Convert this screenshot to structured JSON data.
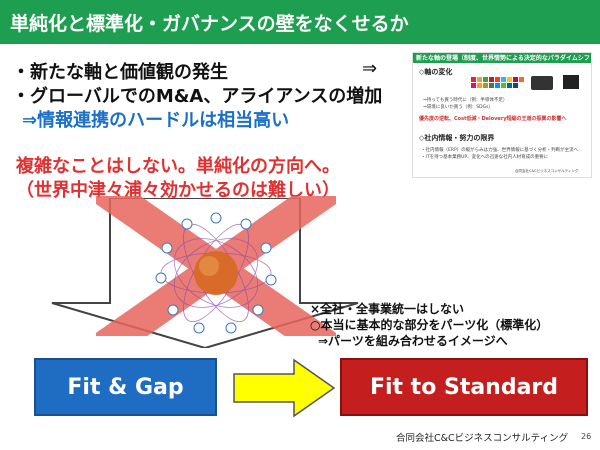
{
  "title": "単純化と標準化・ガバナンスの壁をなくせるか",
  "bullets": {
    "b1": "・新たな軸と価値観の発生",
    "b1_arrow": "⇒",
    "b2": "・グローバルでのM&A、アライアンスの増加",
    "b3": "⇒情報連携のハードルは相当高い"
  },
  "red_text": {
    "line1": "複雑なことはしない。単純化の方向へ。",
    "line2": "（世界中津々浦々効かせるのは難しい）"
  },
  "thumbnail": {
    "header": "新たな軸の登場（制度、世界情勢による決定的なパラダイムシフト）",
    "section1": "◇軸の変化",
    "line1": "⇒持っても買う時代に（例：半導体不足）",
    "line2": "⇒環境に良いか買う（例：SDGs）",
    "red_line": "優先度の逆転、Cost低減・Delovery短縮の王道の振興の影響へ",
    "section2": "◇社内情報・努力の限界",
    "line3": "・社内情報（ERP）の縦がらみは力強、世界情報に基づく分析・判断が主流へ",
    "line4": "・ITを持つ基本業務UP、変化への迅速な社内人材育成の重要に",
    "footer": "合同会社C&Cビジネスコンサルティング",
    "sdg_colors": [
      "#e5243b",
      "#dda63a",
      "#4c9f38",
      "#c5192d",
      "#ff3a21",
      "#26bde2",
      "#fcc30b",
      "#a21942",
      "#fd6925",
      "#dd1367",
      "#fd9d24",
      "#bf8b2e",
      "#3f7e44",
      "#0a97d9",
      "#56c02b",
      "#00689d",
      "#19486a"
    ]
  },
  "notes": {
    "n1": "×全社・全事業統一はしない",
    "n2": "○本当に基本的な部分をパーツ化（標準化）",
    "n3": "⇒パーツを組み合わせるイメージへ"
  },
  "boxes": {
    "fit_gap": "Fit & Gap",
    "fit_standard": "Fit to Standard"
  },
  "colors": {
    "title_bg": "#1e9e50",
    "blue_box": "#1f6dc2",
    "red_box": "#c41e1e",
    "arrow_yellow": "#ffff00",
    "cross_red": "#e8665e",
    "accent_blue_text": "#1a6fc9",
    "accent_red_text": "#e03030"
  },
  "footer": {
    "company": "合同会社C&Cビジネスコンサルティング",
    "page": "26"
  }
}
